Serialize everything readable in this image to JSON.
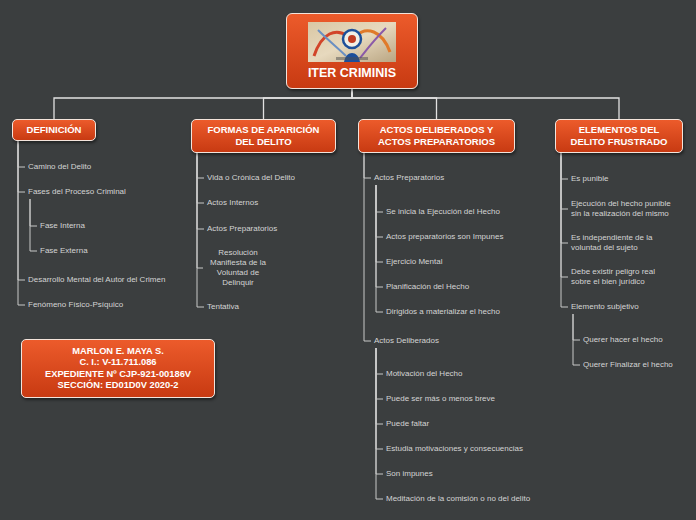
{
  "diagram": {
    "nodes": [
      {
        "text": [
          "ITER CRIMINIS"
        ]
      },
      {
        "text": [
          "DEFINICIÓN"
        ]
      },
      {
        "text": [
          "Camino del Delito"
        ]
      },
      {
        "text": [
          "Fases del Proceso Criminal"
        ]
      },
      {
        "text": [
          "Fase Interna"
        ]
      },
      {
        "text": [
          "Fase Externa"
        ]
      },
      {
        "text": [
          "Desarrollo Mental del Autor del Crimen"
        ]
      },
      {
        "text": [
          "Fenómeno Físico-Psíquico"
        ]
      },
      {
        "text": [
          "FORMAS DE APARICIÓN DEL DELITO"
        ]
      },
      {
        "text": [
          "Vida o Crónica del Delito"
        ]
      },
      {
        "text": [
          "Actos Internos"
        ]
      },
      {
        "text": [
          "Actos Preparatorios"
        ]
      },
      {
        "text": [
          "Resolución Manifiesta de la Voluntad de Delinquir"
        ]
      },
      {
        "text": [
          "Tentativa"
        ]
      },
      {
        "text": [
          "ACTOS DELIBERADOS Y ACTOS PREPARATORIOS"
        ]
      },
      {
        "text": [
          "Actos Preparatorios"
        ]
      },
      {
        "text": [
          "Se inicia la Ejecución del Hecho"
        ]
      },
      {
        "text": [
          "Actos preparatorios son Impunes"
        ]
      },
      {
        "text": [
          "Ejercicio Mental"
        ]
      },
      {
        "text": [
          "Planificación del Hecho"
        ]
      },
      {
        "text": [
          "Dirigidos a materializar el hecho"
        ]
      },
      {
        "text": [
          "Actos Deliberados"
        ]
      },
      {
        "text": [
          "Motivación del Hecho"
        ]
      },
      {
        "text": [
          "Puede ser más o menos breve"
        ]
      },
      {
        "text": [
          "Puede faltar"
        ]
      },
      {
        "text": [
          "Estudia motivaciones y consecuencias"
        ]
      },
      {
        "text": [
          "Son impunes"
        ]
      },
      {
        "text": [
          "Meditación de la comisión o no del delito"
        ]
      },
      {
        "text": [
          "ELEMENTOS DEL DELITO FRUSTRADO"
        ]
      },
      {
        "text": [
          "Es punible"
        ]
      },
      {
        "text": [
          "Ejecución del hecho punible sin la realización del mismo"
        ]
      },
      {
        "text": [
          "Es independiente de la voluntad del sujeto"
        ]
      },
      {
        "text": [
          "Debe existir peligro real sobre el bien jurídico"
        ]
      },
      {
        "text": [
          "Elemento subjetivo"
        ]
      },
      {
        "text": [
          "Querer hacer el hecho"
        ]
      },
      {
        "text": [
          "Querer Finalizar el hecho"
        ]
      },
      {
        "text": [
          "MARLON E. MAYA S.",
          "C. I.: V-11.711.086",
          "EXPEDIENTE Nº CJP-921-00186V",
          "SECCIÓN: ED01D0V 2020-2"
        ]
      }
    ],
    "edges": [
      {
        "from": 0,
        "to": 1,
        "arrow": "none"
      },
      {
        "from": 0,
        "to": 8,
        "arrow": "none"
      },
      {
        "from": 0,
        "to": 14,
        "arrow": "none"
      },
      {
        "from": 0,
        "to": 28,
        "arrow": "none"
      },
      {
        "from": 1,
        "to": 2,
        "arrow": "none"
      },
      {
        "from": 1,
        "to": 3,
        "arrow": "none"
      },
      {
        "from": 3,
        "to": 4,
        "arrow": "none"
      },
      {
        "from": 3,
        "to": 5,
        "arrow": "none"
      },
      {
        "from": 1,
        "to": 6,
        "arrow": "none"
      },
      {
        "from": 1,
        "to": 7,
        "arrow": "none"
      },
      {
        "from": 8,
        "to": 9,
        "arrow": "none"
      },
      {
        "from": 8,
        "to": 10,
        "arrow": "none"
      },
      {
        "from": 8,
        "to": 11,
        "arrow": "none"
      },
      {
        "from": 8,
        "to": 12,
        "arrow": "none"
      },
      {
        "from": 8,
        "to": 13,
        "arrow": "none"
      },
      {
        "from": 14,
        "to": 15,
        "arrow": "none"
      },
      {
        "from": 15,
        "to": 16,
        "arrow": "none"
      },
      {
        "from": 15,
        "to": 17,
        "arrow": "none"
      },
      {
        "from": 15,
        "to": 18,
        "arrow": "none"
      },
      {
        "from": 15,
        "to": 19,
        "arrow": "none"
      },
      {
        "from": 15,
        "to": 20,
        "arrow": "none"
      },
      {
        "from": 14,
        "to": 21,
        "arrow": "none"
      },
      {
        "from": 21,
        "to": 22,
        "arrow": "none"
      },
      {
        "from": 21,
        "to": 23,
        "arrow": "none"
      },
      {
        "from": 21,
        "to": 24,
        "arrow": "none"
      },
      {
        "from": 21,
        "to": 25,
        "arrow": "none"
      },
      {
        "from": 21,
        "to": 26,
        "arrow": "none"
      },
      {
        "from": 21,
        "to": 27,
        "arrow": "none"
      },
      {
        "from": 28,
        "to": 29,
        "arrow": "none"
      },
      {
        "from": 28,
        "to": 30,
        "arrow": "none"
      },
      {
        "from": 28,
        "to": 31,
        "arrow": "none"
      },
      {
        "from": 28,
        "to": 32,
        "arrow": "none"
      },
      {
        "from": 28,
        "to": 33,
        "arrow": "none"
      },
      {
        "from": 33,
        "to": 34,
        "arrow": "none"
      },
      {
        "from": 33,
        "to": 35,
        "arrow": "none"
      }
    ]
  }
}
